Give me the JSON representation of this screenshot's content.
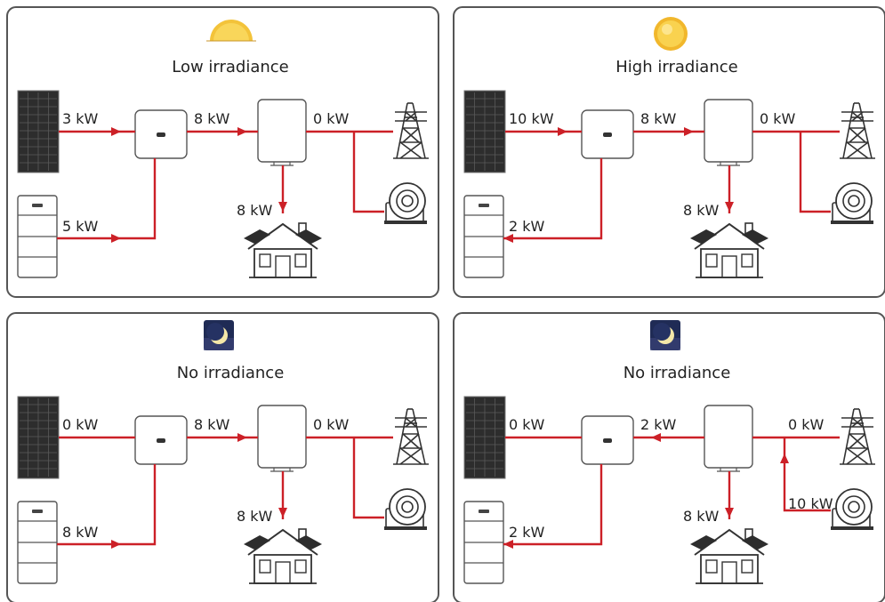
{
  "colors": {
    "flow": "#cc2027",
    "frame": "#555555",
    "panel": "#2b2b2b"
  },
  "panels": [
    {
      "title": "Low irradiance",
      "sky_icon": "sun-low-icon",
      "pv": "3 kW",
      "batt": "5 kW",
      "inv_out": "8 kW",
      "grid": "0 kW",
      "house": "8 kW",
      "gen": ""
    },
    {
      "title": "High irradiance",
      "sky_icon": "sun-high-icon",
      "pv": "10 kW",
      "batt": "2 kW",
      "inv_out": "8 kW",
      "grid": "0 kW",
      "house": "8 kW",
      "gen": ""
    },
    {
      "title": "No irradiance",
      "sky_icon": "moon-icon",
      "pv": "0 kW",
      "batt": "8 kW",
      "inv_out": "8 kW",
      "grid": "0 kW",
      "house": "8 kW",
      "gen": ""
    },
    {
      "title": "No irradiance",
      "sky_icon": "moon-icon",
      "pv": "0 kW",
      "batt": "2 kW",
      "inv_out": "2 kW",
      "grid": "0 kW",
      "house": "8 kW",
      "gen": "10 kW"
    }
  ]
}
